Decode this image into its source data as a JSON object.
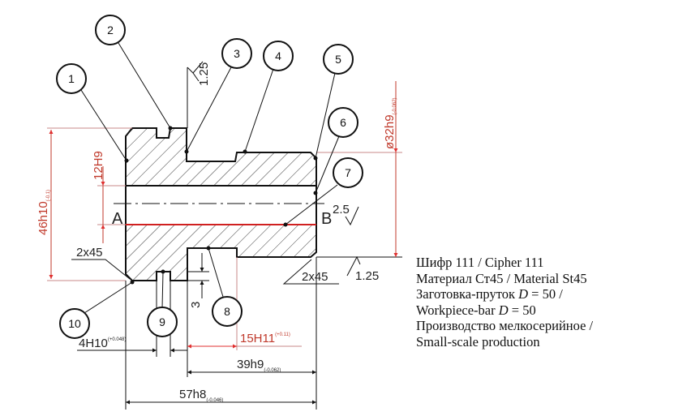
{
  "drawing": {
    "callouts": [
      "1",
      "2",
      "3",
      "4",
      "5",
      "6",
      "7",
      "8",
      "9",
      "10"
    ],
    "surface_labels": {
      "a": "A",
      "b": "B"
    },
    "roughness": {
      "top": "1.25",
      "bore": "2.5",
      "bottom_right": "1.25"
    },
    "chamfers": {
      "left": "2x45",
      "right": "2x45"
    },
    "dimensions": {
      "outer_diameter": {
        "nominal": "46h10",
        "tol": "(-0.1)"
      },
      "bore": {
        "nominal": "12H9"
      },
      "shoulder_diameter": {
        "nominal": "ø32h9",
        "tol": "(-0.062)"
      },
      "groove_width": {
        "nominal": "4H10",
        "tol": "(+0.048)"
      },
      "recess_width": {
        "nominal": "15H11",
        "tol": "(+0.11)"
      },
      "shoulder_length": {
        "nominal": "39h9",
        "tol": "(-0.062)"
      },
      "total_length": {
        "nominal": "57h8",
        "tol": "(-0.046)"
      },
      "groove_depth": {
        "nominal": "3"
      }
    },
    "colors": {
      "line": "#111111",
      "dimension_red": "#c0392b"
    }
  },
  "info": {
    "line1": "Шифр 111 / Cipher 111",
    "line2": "Материал Ст45 / Material St45",
    "line3_pre": "Заготовка-пруток ",
    "line3_var": "D",
    "line3_post": " = 50 /",
    "line4_pre": "Workpiece-bar ",
    "line4_var": "D",
    "line4_post": " = 50",
    "line5": "Производство мелкосерийное /",
    "line6": "Small-scale production"
  }
}
